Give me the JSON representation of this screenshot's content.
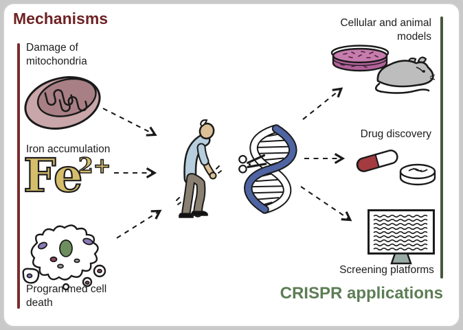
{
  "mechanisms": {
    "title": "Mechanisms",
    "damage_label": "Damage of\nmitochondria",
    "iron_label": "Iron accumulation",
    "iron_symbol": "Fe",
    "iron_charge": "2+",
    "cell_death_label": "Programmed cell\ndeath"
  },
  "applications": {
    "title": "CRISPR applications",
    "models_label": "Cellular and animal\nmodels",
    "drug_label": "Drug discovery",
    "screening_label": "Screening platforms"
  },
  "figures": {
    "mitochondrion": "damaged mitochondrion",
    "iron_ion": "Fe2+ ferrous ion symbol",
    "apoptotic_cell": "fragmenting cell undergoing programmed death",
    "patient": "stooped elderly man with tremor marks",
    "dna_scissors": "DNA double helix being cut by scissors",
    "petri_dish": "petri dish with pink culture medium",
    "mouse": "gray laboratory mouse",
    "capsule": "red and white drug capsule",
    "tablet": "white scored tablet",
    "monitor": "computer monitor showing screening read-out"
  },
  "colors": {
    "accent_red": "#6e2224",
    "accent_green": "#5d7d55",
    "line_red": "#7b2b2e",
    "line_green": "#47573f",
    "text": "#1c1c1c",
    "outline": "#1a1a1a",
    "fe_gold": "#d6bd6a",
    "dna_blue": "#4f64a3",
    "capsule_red": "#a33b40",
    "petri_pink": "#c77cae",
    "petri_pink_dark": "#b2639b",
    "mouse_gray": "#bdbdbd",
    "monitor_stand": "#9aaba4",
    "mito_outer": "#c9a6a9",
    "mito_inner": "#a87f84",
    "skin": "#dcc096",
    "shirt_blue": "#b6cedd",
    "pants": "#8a8071",
    "hair_white": "#f3f1ea",
    "cell_green": "#6d8f5e",
    "cell_purple": "#8a7ab8",
    "cell_red": "#8f4a5a"
  }
}
